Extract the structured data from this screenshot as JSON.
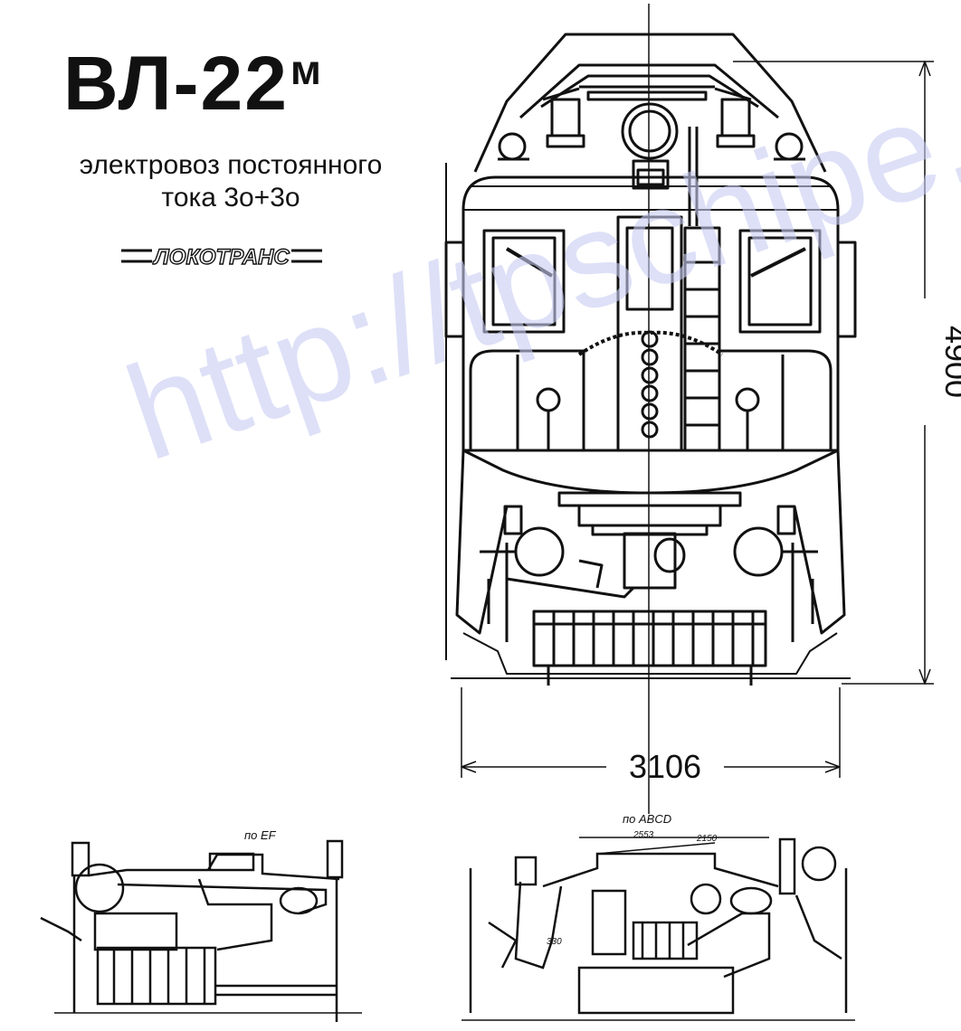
{
  "title": {
    "main": "ВЛ-22",
    "superscript": "м"
  },
  "subtitle": {
    "line1": "электровоз постоянного",
    "line2": "тока 3о+3о"
  },
  "logo": {
    "text": "ЛОКОТРАНС"
  },
  "watermark": "http://tpschipe.ru",
  "dimensions": {
    "height": "4900",
    "width": "3106"
  },
  "bottom_labels": {
    "left_section": "по EF",
    "right_section": "по ABCD",
    "dim_a": "2553",
    "dim_b": "2150",
    "dim_c": "330"
  },
  "colors": {
    "ink": "#111111",
    "watermark": "#c8cdf2"
  }
}
